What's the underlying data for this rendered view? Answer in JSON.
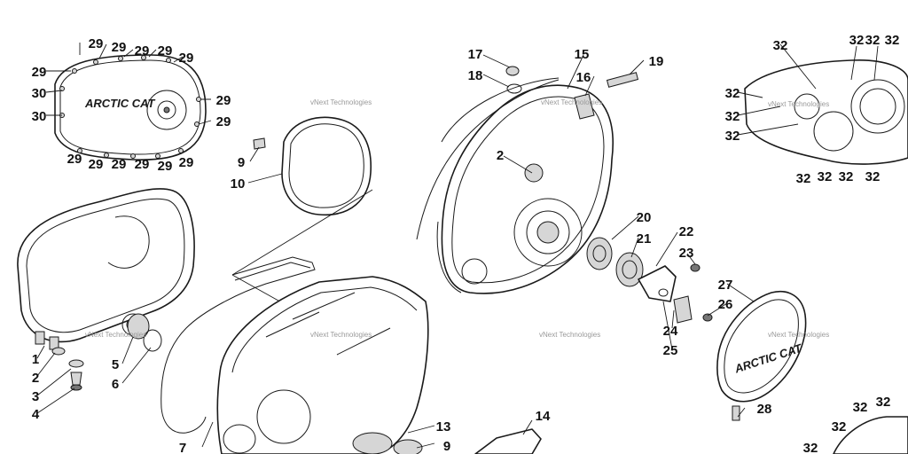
{
  "callouts": {
    "n1": "1",
    "n2": "2",
    "n3": "3",
    "n4": "4",
    "n5": "5",
    "n6": "6",
    "n7": "7",
    "n9": "9",
    "n10": "10",
    "n13": "13",
    "n14": "14",
    "n15": "15",
    "n16": "16",
    "n17": "17",
    "n18": "18",
    "n19": "19",
    "n20": "20",
    "n21": "21",
    "n22": "22",
    "n23": "23",
    "n24": "24",
    "n25": "25",
    "n26": "26",
    "n27": "27",
    "n28": "28",
    "n29": "29",
    "n30": "30",
    "n32": "32"
  },
  "logo_text": "ARCTIC CAT",
  "watermark": "vNext Technologies"
}
